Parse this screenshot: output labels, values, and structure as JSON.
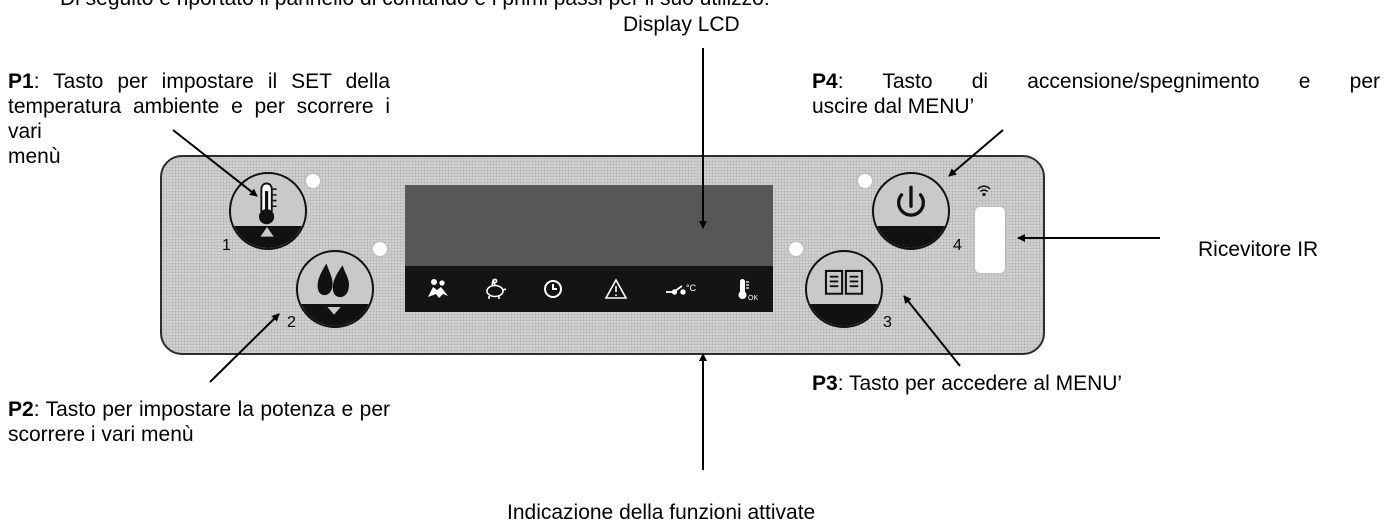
{
  "intro_partial": "Di seguito è riportato il pannello di comando e i primi passi per il suo utilizzo:",
  "labels": {
    "display": "Display LCD",
    "p1_key": "P1",
    "p1_line1": ": Tasto per impostare il SET della",
    "p1_line2": "temperatura ambiente e per scorrere i vari",
    "p1_line3": "menù",
    "p2_key": "P2",
    "p2_line1": ": Tasto per impostare la potenza e per",
    "p2_line2": "scorrere i vari menù",
    "p3_key": "P3",
    "p3_text": ": Tasto per accedere al MENU’",
    "p4_key": "P4",
    "p4_line1": ": Tasto di accensione/spegnimento e per",
    "p4_line2": "uscire dal MENU’",
    "ir": "Ricevitore IR",
    "functions": "Indicazione della funzioni attivate"
  },
  "buttons": [
    {
      "number": "1",
      "icon": "thermometer-up-icon"
    },
    {
      "number": "2",
      "icon": "flames-down-icon"
    },
    {
      "number": "3",
      "icon": "book-menu-icon"
    },
    {
      "number": "4",
      "icon": "power-icon"
    }
  ],
  "lcd_icons": [
    "people-icon",
    "piggy-bank-icon",
    "clock-icon",
    "warning-icon",
    "thermostat-switch-icon",
    "thermometer-ok-icon"
  ],
  "lcd_icon_texts": {
    "thermostat_unit": "°C",
    "ok": "OK"
  },
  "colors": {
    "panel": "#c9c9c9",
    "lcd": "#575757",
    "lcd_bar": "#141414",
    "button_lower": "#111111"
  }
}
